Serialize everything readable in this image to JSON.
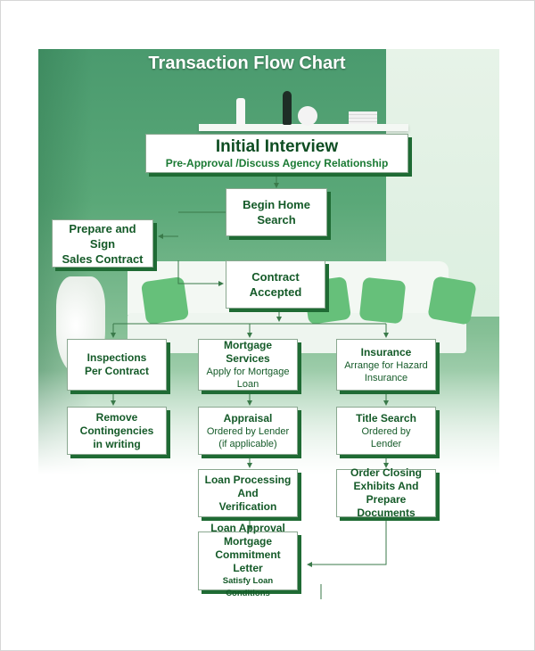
{
  "title": "Transaction Flow Chart",
  "nodes": {
    "initial_interview": {
      "title": "Initial Interview",
      "subtitle": "Pre-Approval /Discuss Agency Relationship"
    },
    "begin_home_search": {
      "line1": "Begin Home",
      "line2": "Search"
    },
    "prepare_and_sign": {
      "line1": "Prepare and Sign",
      "line2": "Sales Contract"
    },
    "contract_accepted": {
      "line1": "Contract",
      "line2": "Accepted"
    },
    "inspections": {
      "line1": "Inspections",
      "line2": "Per Contract"
    },
    "mortgage_services": {
      "title": "Mortgage Services",
      "subtitle": "Apply for Mortgage Loan"
    },
    "insurance": {
      "title": "Insurance",
      "sub1": "Arrange for Hazard",
      "sub2": "Insurance"
    },
    "remove_contingencies": {
      "line1": "Remove",
      "line2": "Contingencies",
      "line3": "in writing"
    },
    "appraisal": {
      "title": "Appraisal",
      "sub1": "Ordered by Lender",
      "sub2": "(if applicable)"
    },
    "title_search": {
      "title": "Title Search",
      "sub1": "Ordered by",
      "sub2": "Lender"
    },
    "loan_processing": {
      "line1": "Loan Processing",
      "line2": "And",
      "line3": "Verification"
    },
    "order_closing": {
      "line1": "Order Closing",
      "line2": "Exhibits And Prepare",
      "line3": "Documents"
    },
    "loan_approval": {
      "line1": "Loan Approval",
      "line2": "Mortgage",
      "line3": "Commitment Letter",
      "sub": "Satisfy Loan Conditions"
    }
  },
  "colors": {
    "box_text": "#145a28",
    "box_shadow": "#1f6b34",
    "connector": "#3a7a4a"
  }
}
